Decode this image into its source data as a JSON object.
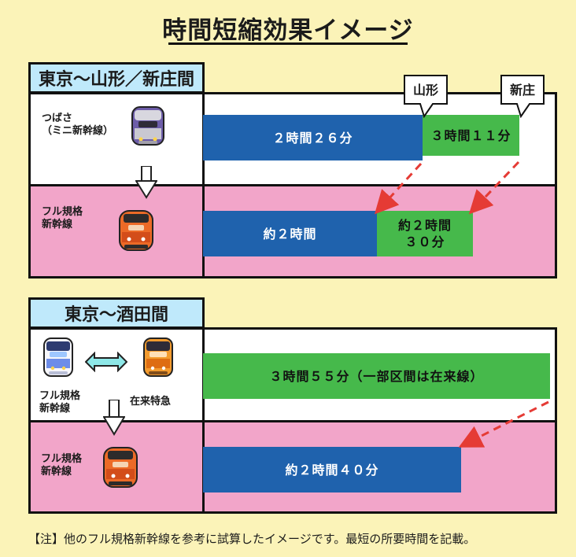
{
  "title": "時間短縮効果イメージ",
  "sections": {
    "top": {
      "label": "東京〜山形／新庄間",
      "current_service": "つばさ\n（ミニ新幹線）",
      "future_service": "フル規格\n新幹線",
      "markers": {
        "yamagata": "山形",
        "shinjo": "新庄"
      },
      "bars": {
        "current_primary": "２時間２６分",
        "current_secondary": "３時間１１分",
        "future_primary": "約２時間",
        "future_secondary": "約２時間\n３０分"
      }
    },
    "bottom": {
      "label": "東京〜酒田間",
      "current_service_left": "フル規格\n新幹線",
      "current_service_right": "在来特急",
      "future_service": "フル規格\n新幹線",
      "bars": {
        "current": "３時間５５分（一部区間は在来線）",
        "future": "約２時間４０分"
      }
    }
  },
  "footnote": "【注】他のフル規格新幹線を参考に試算したイメージです。最短の所要時間を記載。",
  "colors": {
    "background": "#fbf3b8",
    "label_blue": "#bfe9fb",
    "blue_bar": "#1f62ad",
    "green_bar": "#46b94b",
    "pink_row": "#f2a5c9",
    "dash_arrow": "#e53b35",
    "border": "#111111"
  },
  "icons": {
    "down_arrow": "down-arrow-icon",
    "double_arrow": "double-arrow-icon",
    "tsubasa_train": "tsubasa-train-icon",
    "shinkansen_train": "shinkansen-train-icon",
    "limited_express_train": "limited-express-train-icon"
  }
}
